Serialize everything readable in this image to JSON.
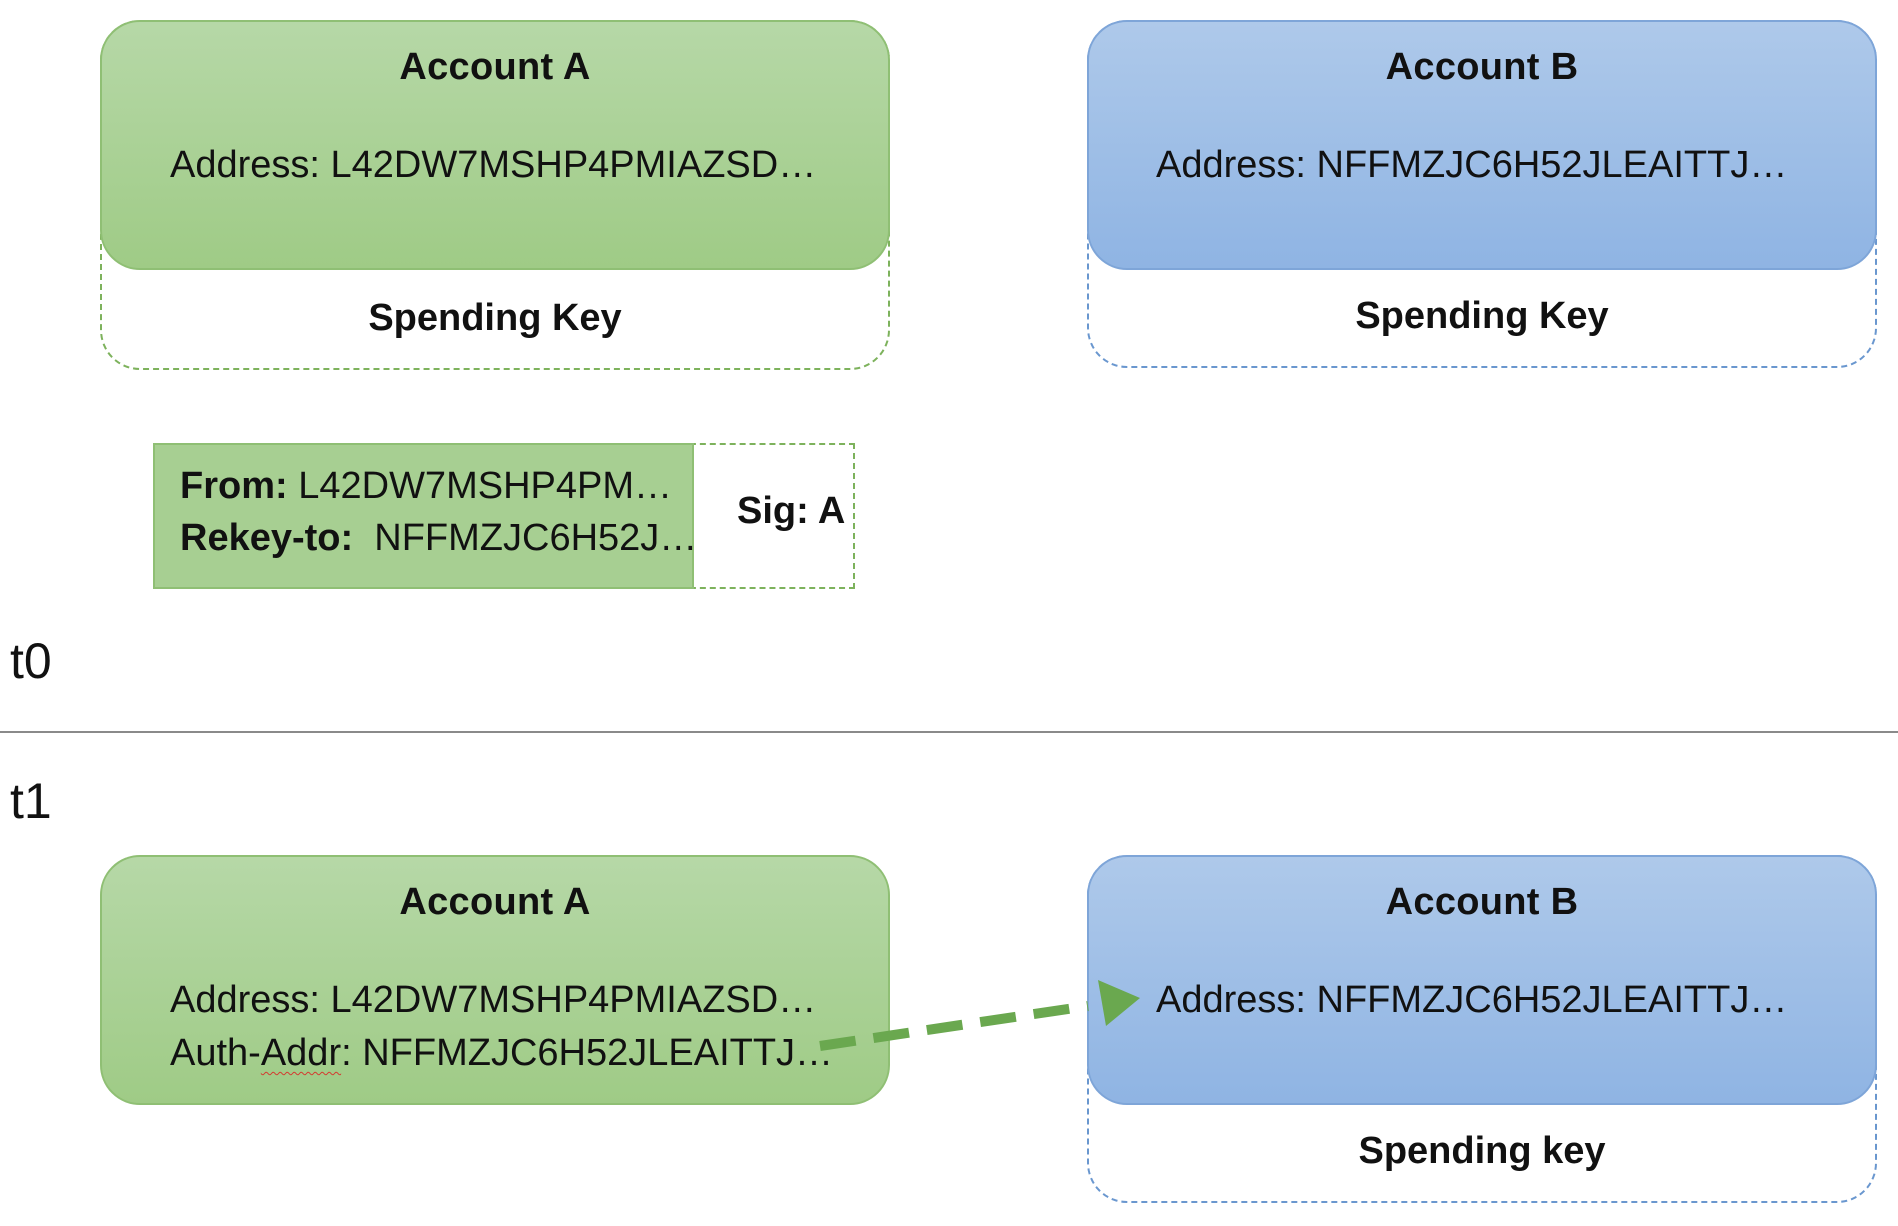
{
  "t0": {
    "label": "t0",
    "account_a": {
      "title": "Account A",
      "address_label": "Address:",
      "address_value": "L42DW7MSHP4PMIAZSD…",
      "key_label": "Spending Key"
    },
    "account_b": {
      "title": "Account B",
      "address_label": "Address:",
      "address_value": "NFFMZJC6H52JLEAITTJ…",
      "key_label": "Spending Key"
    },
    "transaction": {
      "from_label": "From:",
      "from_value": "L42DW7MSHP4PM…",
      "rekey_label": "Rekey-to:",
      "rekey_value": "NFFMZJC6H52J…",
      "sig": "Sig: A"
    }
  },
  "t1": {
    "label": "t1",
    "account_a": {
      "title": "Account A",
      "address_label": "Address:",
      "address_value": "L42DW7MSHP4PMIAZSD…",
      "auth_label_a": "Auth-",
      "auth_label_b": "Addr",
      "auth_label_c": ":",
      "auth_value": "NFFMZJC6H52JLEAITTJ…"
    },
    "account_b": {
      "title": "Account B",
      "address_label": "Address:",
      "address_value": "NFFMZJC6H52JLEAITTJ…",
      "key_label": "Spending key"
    }
  },
  "colors": {
    "green_fill": "#a7cf92",
    "blue_fill": "#9dbde6",
    "arrow": "#6aa84f",
    "divider": "#8a8a8a"
  }
}
